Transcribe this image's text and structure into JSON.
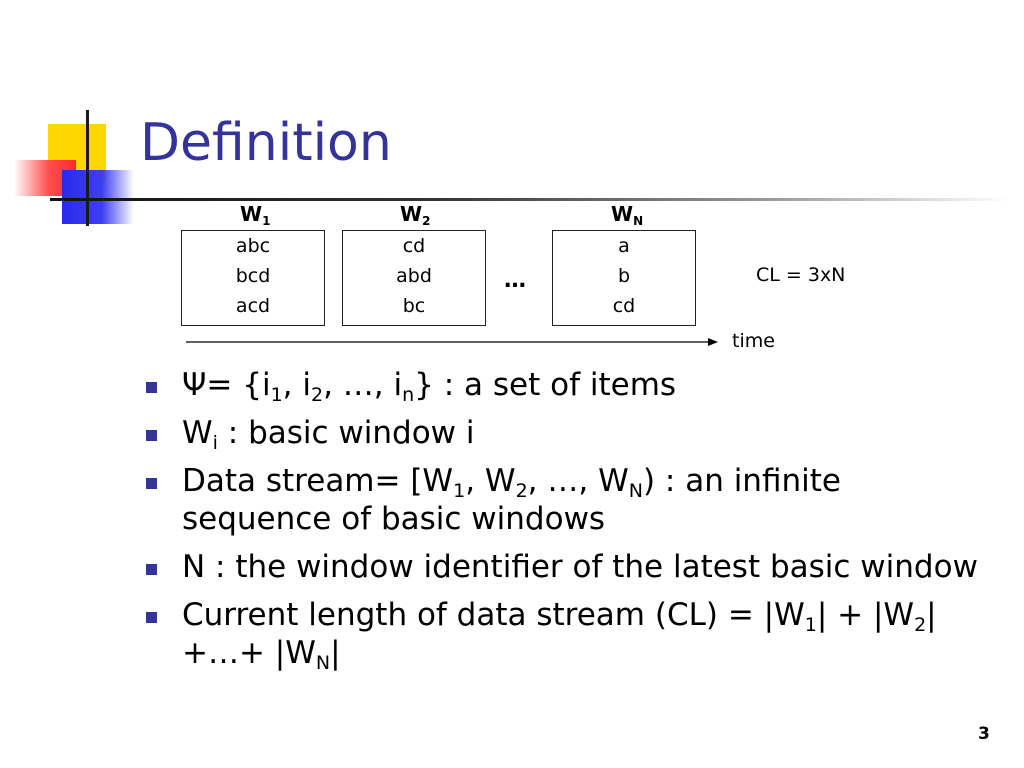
{
  "title": "Definition",
  "diagram": {
    "windows": [
      {
        "label": "W",
        "sub": "1",
        "items": [
          "abc",
          "bcd",
          "acd"
        ]
      },
      {
        "label": "W",
        "sub": "2",
        "items": [
          "cd",
          "abd",
          "bc"
        ]
      },
      {
        "label": "W",
        "sub": "N",
        "items": [
          "a",
          "b",
          "cd"
        ]
      }
    ],
    "ellipsis": "…",
    "cl_note": "CL = 3xN",
    "time_label": "time"
  },
  "bullets": {
    "b1": {
      "p1": "Ψ= {i",
      "s1": "1",
      "p2": ", i",
      "s2": "2",
      "p3": ", …, i",
      "s3": "n",
      "p4": "}  : a set of items"
    },
    "b2": {
      "p1": "W",
      "s1": "i",
      "p2": " : basic window i"
    },
    "b3": {
      "p1": "Data stream= [W",
      "s1": "1",
      "p2": ", W",
      "s2": "2",
      "p3": ", …, W",
      "s3": "N",
      "p4": ") : an infinite sequence of basic windows"
    },
    "b4": {
      "p1": "N : the window identifier of the latest basic window"
    },
    "b5": {
      "p1": "Current length of data stream (CL) = |W",
      "s1": "1",
      "p2": "| + |W",
      "s2": "2",
      "p3": "| +…+ |W",
      "s3": "N",
      "p4": "|"
    }
  },
  "page_number": "3",
  "colors": {
    "title": "#333399",
    "bullet": "#333399",
    "accent_yellow": "#ffd700",
    "accent_red": "#ff2a2a",
    "accent_blue": "#2a2aee"
  }
}
